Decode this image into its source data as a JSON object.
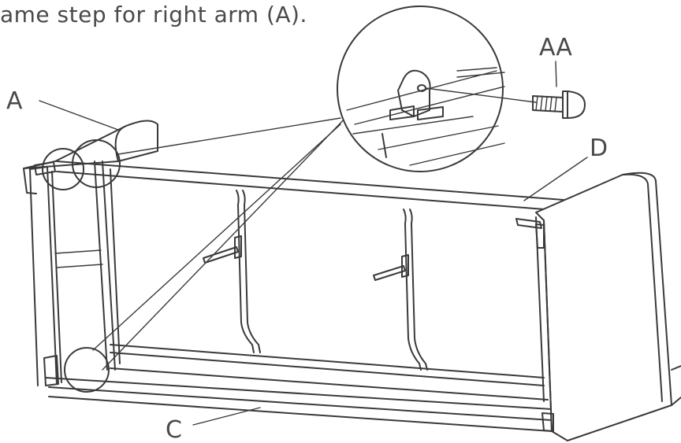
{
  "instruction": "ame step for right arm (A).",
  "labels": {
    "a": "A",
    "aa": "AA",
    "d": "D",
    "c": "C"
  },
  "colors": {
    "line": "#3a3a3a",
    "text": "#4a4a4a",
    "background": "#ffffff"
  }
}
